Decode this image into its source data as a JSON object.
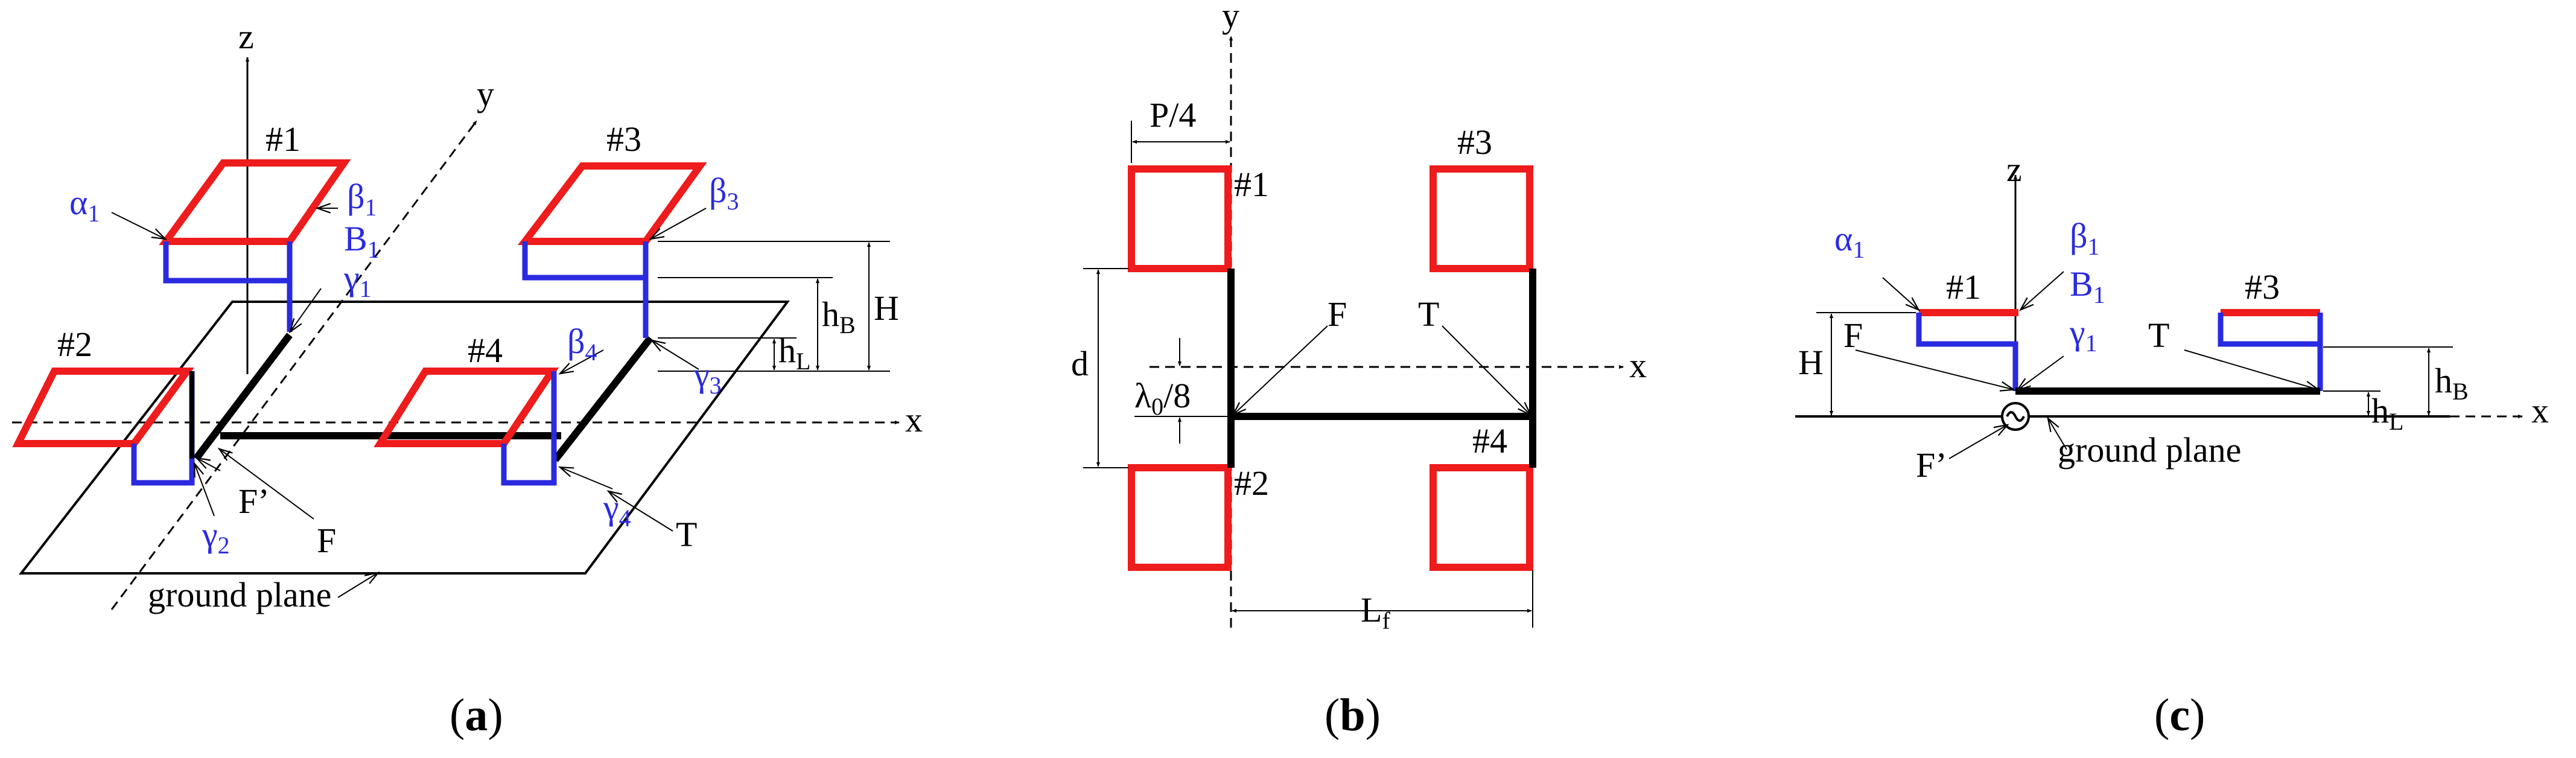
{
  "colors": {
    "patch": "#ee1c1c",
    "probe": "#2a2ae0",
    "line": "#000000"
  },
  "panel_a": {
    "axis_z": "z",
    "axis_y": "y",
    "axis_x": "x",
    "n1": "#1",
    "n2": "#2",
    "n3": "#3",
    "n4": "#4",
    "alpha1": "α",
    "alpha1_sub": "1",
    "beta1": "β",
    "beta1_sub": "1",
    "B1": "B",
    "B1_sub": "1",
    "gamma1": "γ",
    "gamma1_sub": "1",
    "beta3": "β",
    "beta3_sub": "3",
    "beta4": "β",
    "beta4_sub": "4",
    "gamma3": "γ",
    "gamma3_sub": "3",
    "gamma2": "γ",
    "gamma2_sub": "2",
    "gamma4": "γ",
    "gamma4_sub": "4",
    "H": "H",
    "hB": "h",
    "hB_sub": "B",
    "hL": "h",
    "hL_sub": "L",
    "Fp": "F’",
    "F": "F",
    "T": "T",
    "ground": "ground plane",
    "caption_open": "(",
    "caption_letter": "a",
    "caption_close": ")"
  },
  "panel_b": {
    "axis_y": "y",
    "axis_x": "x",
    "P4": "P/4",
    "n1": "#1",
    "n2": "#2",
    "n3": "#3",
    "n4": "#4",
    "F": "F",
    "T": "T",
    "d": "d",
    "lambda": "λ",
    "lambda_sub": "0",
    "lambda_rest": "/8",
    "Lf": "L",
    "Lf_sub": "f",
    "caption_open": "(",
    "caption_letter": "b",
    "caption_close": ")"
  },
  "panel_c": {
    "axis_z": "z",
    "axis_x": "x",
    "alpha1": "α",
    "alpha1_sub": "1",
    "n1": "#1",
    "n3": "#3",
    "beta1": "β",
    "beta1_sub": "1",
    "B1": "B",
    "B1_sub": "1",
    "gamma1": "γ",
    "gamma1_sub": "1",
    "H": "H",
    "F": "F",
    "T": "T",
    "hB": "h",
    "hB_sub": "B",
    "hL": "h",
    "hL_sub": "L",
    "Fp": "F’",
    "ground": "ground plane",
    "caption_open": "(",
    "caption_letter": "c",
    "caption_close": ")"
  }
}
